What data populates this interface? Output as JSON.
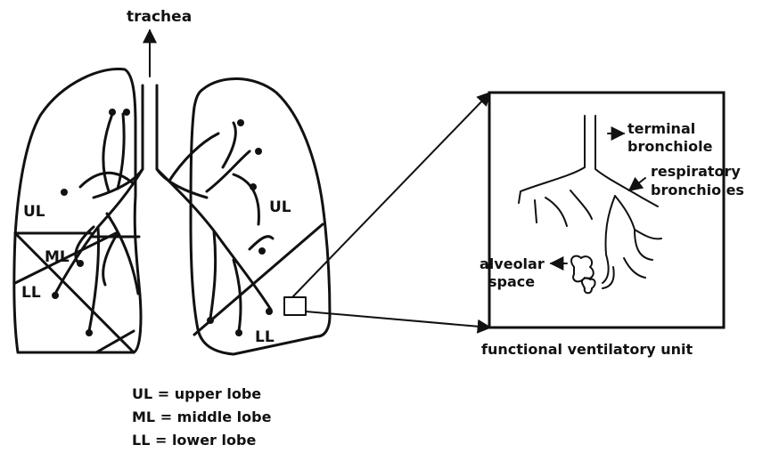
{
  "labels": {
    "trachea": "trachea",
    "ul_left": "UL",
    "ml_left": "ML",
    "ll_left": "LL",
    "ul_right": "UL",
    "ll_right": "LL",
    "terminal_1": "terminal",
    "terminal_2": "bronchiole",
    "respiratory_1": "respiratory",
    "respiratory_2": "bronchioles",
    "alveolar_1": "alveolar",
    "alveolar_2": "space",
    "unit_caption": "functional ventilatory unit"
  },
  "legend": [
    {
      "abbr": "UL",
      "text": "upper lobe"
    },
    {
      "abbr": "ML",
      "text": "middle lobe"
    },
    {
      "abbr": "LL",
      "text": "lower lobe"
    }
  ]
}
